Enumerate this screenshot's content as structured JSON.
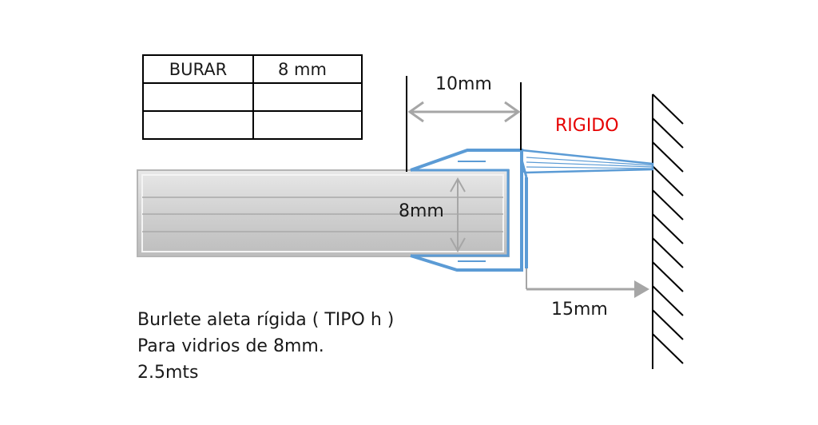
{
  "spec_table": {
    "rows": [
      [
        "BURAR",
        "8 mm"
      ],
      [
        "",
        ""
      ],
      [
        "",
        ""
      ]
    ]
  },
  "dimensions": {
    "flange_width": "10mm",
    "glass_thickness": "8mm",
    "reach": "15mm"
  },
  "rigid_label": "RIGIDO",
  "description": {
    "line1": "Burlete aleta rígida ( TIPO h )",
    "line2": "Para vidrios de 8mm.",
    "line3": "2.5mts"
  },
  "colors": {
    "profile": "#5b9bd5",
    "rigid_label": "#e60000",
    "dimension_arrows": "#a6a6a6"
  }
}
